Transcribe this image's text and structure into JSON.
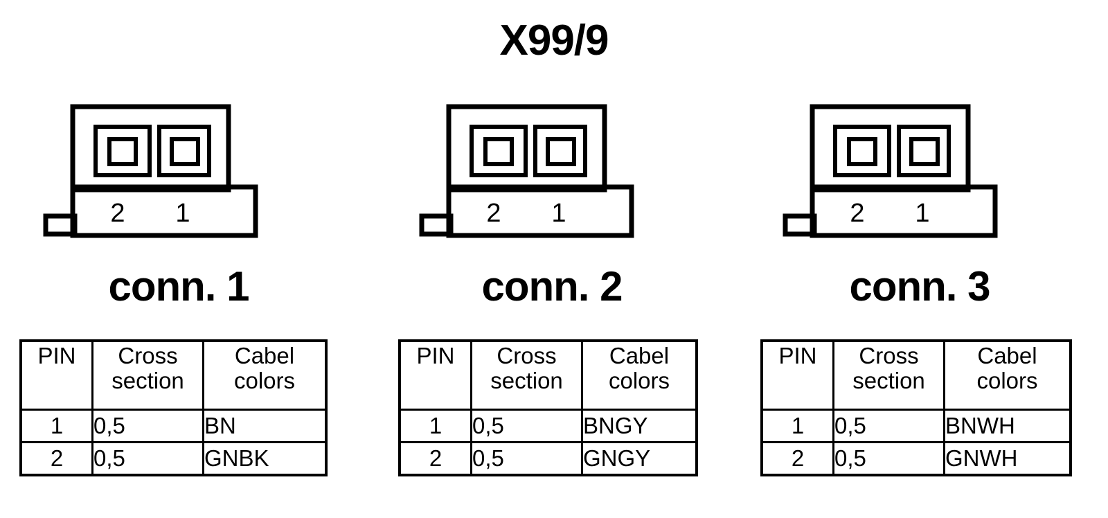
{
  "title": "X99/9",
  "table_headers": {
    "pin": "PIN",
    "cross_section_line1": "Cross",
    "cross_section_line2": "section",
    "cable_colors_line1": "Cabel",
    "cable_colors_line2": "colors"
  },
  "connectors": [
    {
      "label": "conn. 1",
      "symbol": {
        "pin_left_number": "2",
        "pin_right_number": "1"
      },
      "rows": [
        {
          "pin": "1",
          "cross_section": "0,5",
          "cable_color": "BN"
        },
        {
          "pin": "2",
          "cross_section": "0,5",
          "cable_color": "GNBK"
        }
      ]
    },
    {
      "label": "conn. 2",
      "symbol": {
        "pin_left_number": "2",
        "pin_right_number": "1"
      },
      "rows": [
        {
          "pin": "1",
          "cross_section": "0,5",
          "cable_color": "BNGY"
        },
        {
          "pin": "2",
          "cross_section": "0,5",
          "cable_color": "GNGY"
        }
      ]
    },
    {
      "label": "conn. 3",
      "symbol": {
        "pin_left_number": "2",
        "pin_right_number": "1"
      },
      "rows": [
        {
          "pin": "1",
          "cross_section": "0,5",
          "cable_color": "BNWH"
        },
        {
          "pin": "2",
          "cross_section": "0,5",
          "cable_color": "GNWH"
        }
      ]
    }
  ],
  "colors": {
    "line": "#000000",
    "background": "#ffffff"
  }
}
